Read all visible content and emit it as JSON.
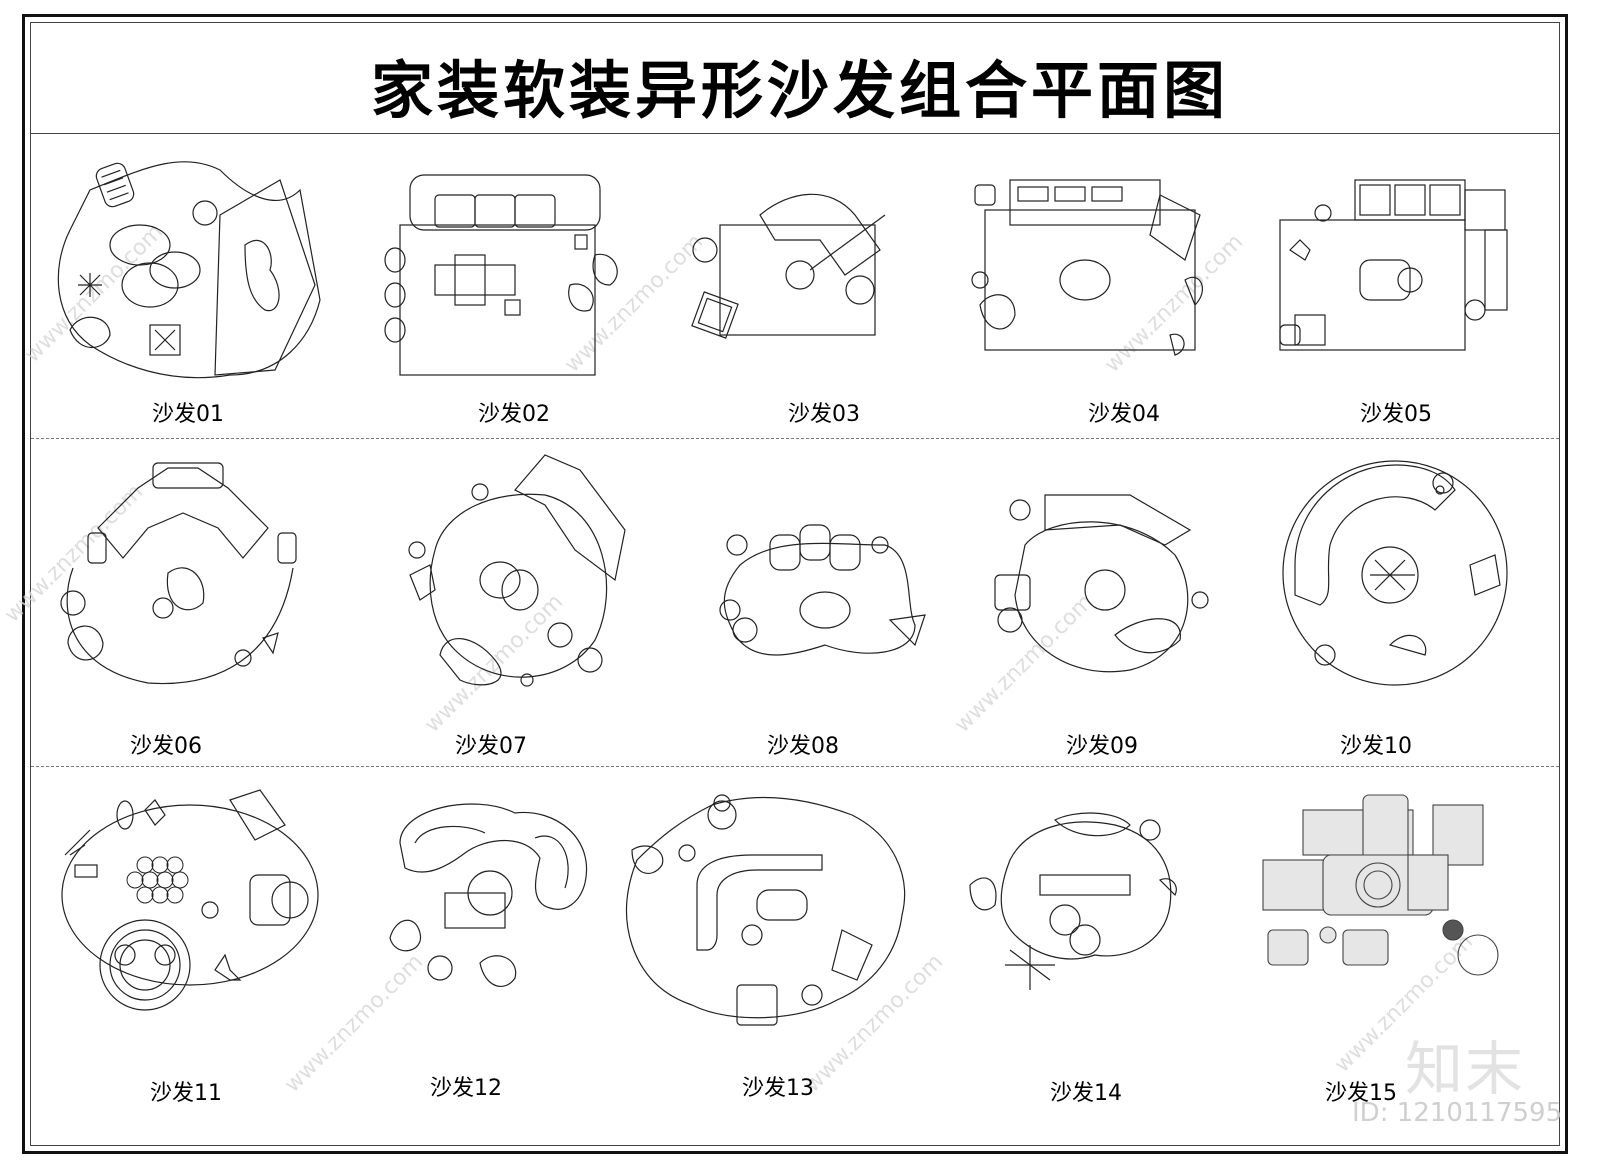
{
  "title": "家装软装异形沙发组合平面图",
  "items": [
    {
      "label": "沙发01"
    },
    {
      "label": "沙发02"
    },
    {
      "label": "沙发03"
    },
    {
      "label": "沙发04"
    },
    {
      "label": "沙发05"
    },
    {
      "label": "沙发06"
    },
    {
      "label": "沙发07"
    },
    {
      "label": "沙发08"
    },
    {
      "label": "沙发09"
    },
    {
      "label": "沙发10"
    },
    {
      "label": "沙发11"
    },
    {
      "label": "沙发12"
    },
    {
      "label": "沙发13"
    },
    {
      "label": "沙发14"
    },
    {
      "label": "沙发15"
    }
  ],
  "watermark": {
    "site": "www.znzmo.com",
    "brand": "知末",
    "id": "ID: 1210117595"
  },
  "colors": {
    "line": "#222222",
    "watermark": "#d6d6d6",
    "fill": "#e6e6e6"
  }
}
